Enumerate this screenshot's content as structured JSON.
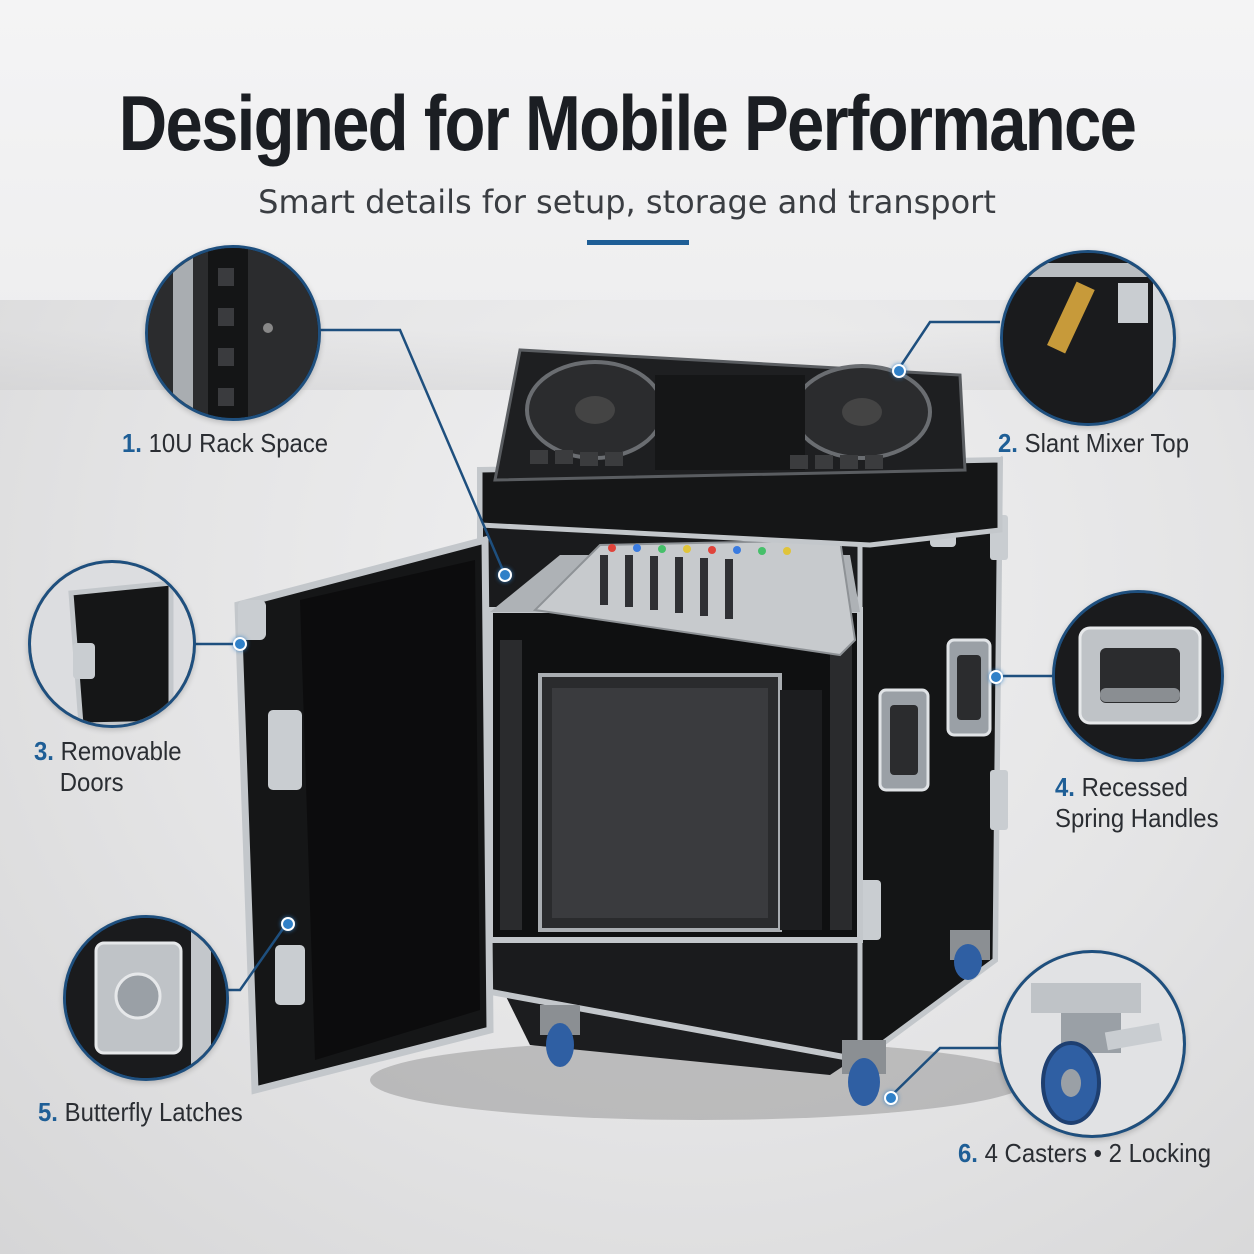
{
  "header": {
    "title": "Designed for Mobile Performance",
    "subtitle": "Smart details for setup, storage and transport"
  },
  "colors": {
    "accent": "#1e5e96",
    "case_black": "#17181a",
    "aluminum": "#bfc3c7"
  },
  "features": [
    {
      "number": "1.",
      "label": "10U Rack Space"
    },
    {
      "number": "2.",
      "label": "Slant Mixer Top"
    },
    {
      "number": "3.",
      "label_line1": "Removable",
      "label_line2": "Doors"
    },
    {
      "number": "4.",
      "label_line1": "Recessed",
      "label_line2": "Spring Handles"
    },
    {
      "number": "5.",
      "label": "Butterfly Latches"
    },
    {
      "number": "6.",
      "label": "4 Casters • 2 Locking"
    }
  ]
}
